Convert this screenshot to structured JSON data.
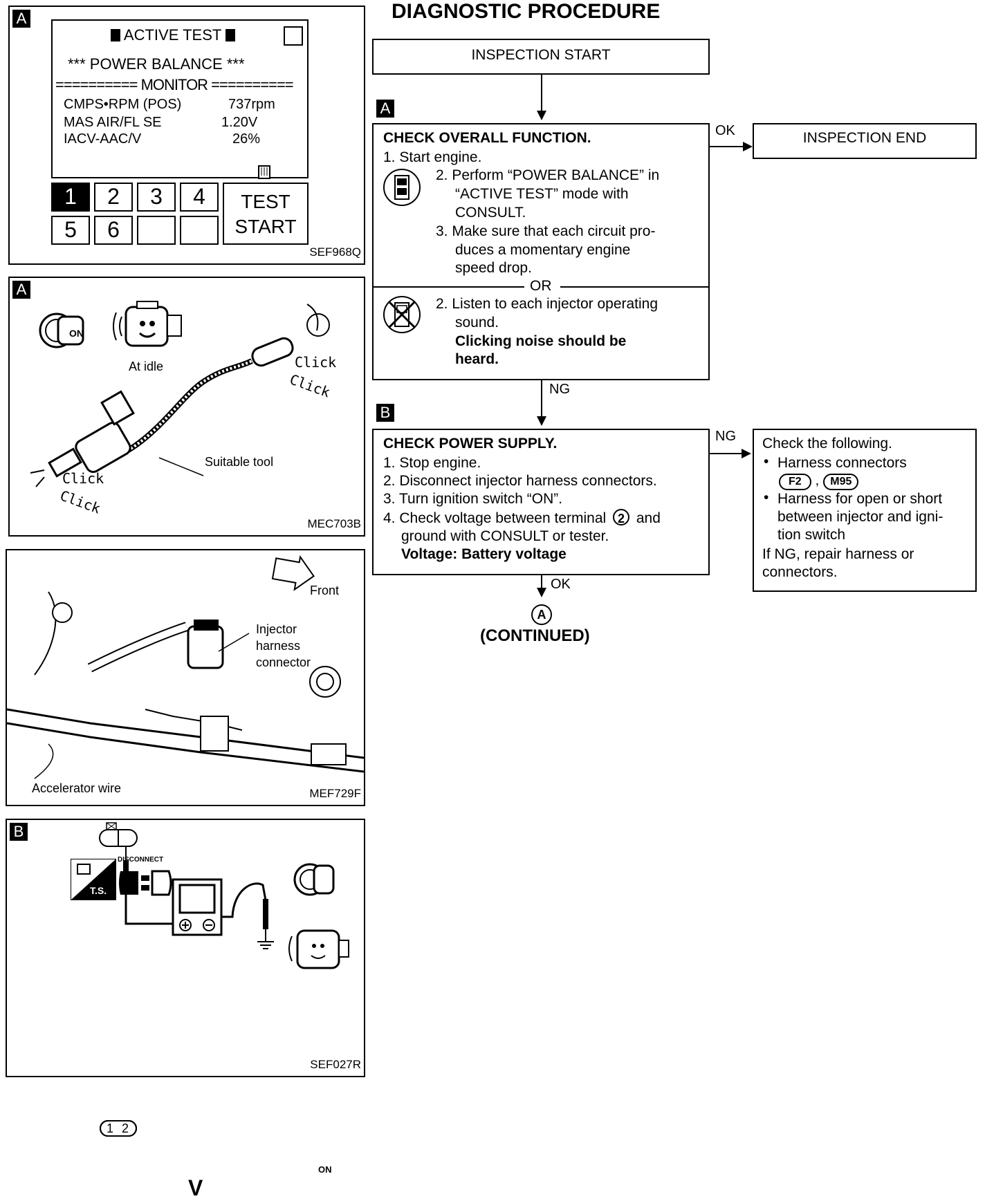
{
  "title": "DIAGNOSTIC PROCEDURE",
  "panel1": {
    "tag": "A",
    "header": "ACTIVE TEST",
    "subheader": "*** POWER BALANCE ***",
    "monitor": "========== MONITOR ==========",
    "rows": [
      {
        "label": "CMPS•RPM (POS)",
        "value": "737rpm"
      },
      {
        "label": "MAS AIR/FL SE",
        "value": "1.20V"
      },
      {
        "label": "IACV-AAC/V",
        "value": "26%"
      }
    ],
    "keys": [
      "1",
      "2",
      "3",
      "4",
      "5",
      "6"
    ],
    "test_btn_line1": "TEST",
    "test_btn_line2": "START",
    "code": "SEF968Q"
  },
  "panel2": {
    "tag": "A",
    "key_on": "ON",
    "at_idle": "At idle",
    "click1": "Click",
    "click2": "Click",
    "click3": "Click",
    "click4": "Click",
    "suitable_tool": "Suitable tool",
    "code": "MEC703B"
  },
  "panel3": {
    "front": "Front",
    "injector_l1": "Injector",
    "injector_l2": "harness",
    "injector_l3": "connector",
    "accelerator": "Accelerator wire",
    "code": "MEF729F"
  },
  "panel4": {
    "tag": "B",
    "ts": "T.S.",
    "disconnect": "DISCONNECT",
    "pin1": "1",
    "pin2": "2",
    "meter": "V",
    "key_on": "ON",
    "code": "SEF027R"
  },
  "flow": {
    "start": "INSPECTION START",
    "end": "INSPECTION END",
    "tagA": "A",
    "tagB": "B",
    "ok1": "OK",
    "ng1": "NG",
    "ng2": "NG",
    "ok2": "OK",
    "boxA": {
      "title": "CHECK OVERALL FUNCTION.",
      "s1": "1. Start engine.",
      "s2a": "2. Perform “POWER BALANCE” in",
      "s2b": "“ACTIVE TEST” mode with",
      "s2c": "CONSULT.",
      "s3a": "3. Make sure that each circuit pro-",
      "s3b": "duces a momentary engine",
      "s3c": "speed drop.",
      "or": "OR",
      "t2a": "2. Listen to each injector operating",
      "t2b": "sound.",
      "t2c": "Clicking noise should be",
      "t2d": "heard."
    },
    "boxB": {
      "title": "CHECK POWER SUPPLY.",
      "s1": "1. Stop engine.",
      "s2": "2. Disconnect injector harness connectors.",
      "s3": "3. Turn ignition switch “ON”.",
      "s4a": "4. Check voltage between terminal",
      "s4term": "2",
      "s4b": "and",
      "s4c": "ground with CONSULT or tester.",
      "s5": "Voltage: Battery voltage"
    },
    "boxNG": {
      "l1": "Check the following.",
      "l2": "Harness connectors",
      "c1": "F2",
      "comma": ",",
      "c2": "M95",
      "l3a": "Harness for open or short",
      "l3b": "between injector and igni-",
      "l3c": "tion switch",
      "l4a": "If NG, repair harness or",
      "l4b": "connectors."
    },
    "cont_circle": "A",
    "continued": "(CONTINUED)"
  }
}
